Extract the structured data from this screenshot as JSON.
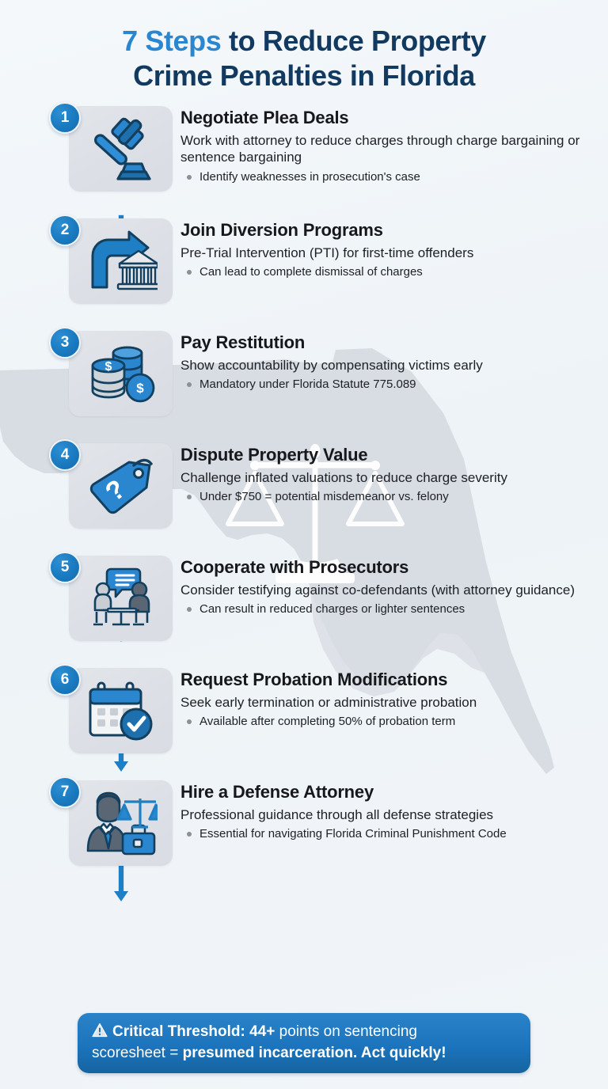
{
  "title": {
    "accent": "7 Steps",
    "rest": " to Reduce Property",
    "line2": "Crime Penalties in Florida"
  },
  "colors": {
    "accent_blue": "#2b86d0",
    "title_navy": "#12395f",
    "badge_blue": "#1a7ac0",
    "arrow_blue": "#1f7fc4",
    "banner_blue": "#1c74bd",
    "tile_gray": "#dcdfe5",
    "background": "#f1f5f8",
    "watermark_gray": "#d8dce2"
  },
  "watermark": {
    "shape": "florida-map-outline",
    "icon": "scales-of-justice-icon"
  },
  "steps": [
    {
      "number": "1",
      "icon": "gavel-icon",
      "title": "Negotiate Plea Deals",
      "desc": "Work with attorney to reduce charges through charge bargaining or sentence bargaining",
      "bullet": "Identify weaknesses in prosecution's case"
    },
    {
      "number": "2",
      "icon": "diversion-courthouse-icon",
      "title": "Join Diversion Programs",
      "desc": "Pre-Trial Intervention (PTI) for first-time offenders",
      "bullet": "Can lead to complete dismissal of charges"
    },
    {
      "number": "3",
      "icon": "money-coins-icon",
      "title": "Pay Restitution",
      "desc": "Show accountability by compensating victims early",
      "bullet": "Mandatory under Florida Statute 775.089"
    },
    {
      "number": "4",
      "icon": "price-tag-question-icon",
      "title": "Dispute Property Value",
      "desc": "Challenge inflated valuations to reduce charge severity",
      "bullet": "Under $750 = potential misdemeanor vs. felony"
    },
    {
      "number": "5",
      "icon": "two-people-discussion-icon",
      "title": "Cooperate with Prosecutors",
      "desc": "Consider testifying against co-defendants (with attorney guidance)",
      "bullet": "Can result in reduced charges or lighter sentences"
    },
    {
      "number": "6",
      "icon": "calendar-check-icon",
      "title": "Request Probation Modifications",
      "desc": "Seek early termination or administrative probation",
      "bullet": "Available after completing 50% of probation term"
    },
    {
      "number": "7",
      "icon": "attorney-scales-briefcase-icon",
      "title": "Hire a Defense Attorney",
      "desc": "Professional guidance through all defense strategies",
      "bullet": "Essential for navigating Florida Criminal Punishment Code"
    }
  ],
  "banner": {
    "icon": "warning-triangle-icon",
    "lead": "Critical Threshold: 44+",
    "mid": " points on sentencing",
    "line2_a": "scoresheet = ",
    "line2_b": "presumed incarceration. Act quickly!"
  }
}
